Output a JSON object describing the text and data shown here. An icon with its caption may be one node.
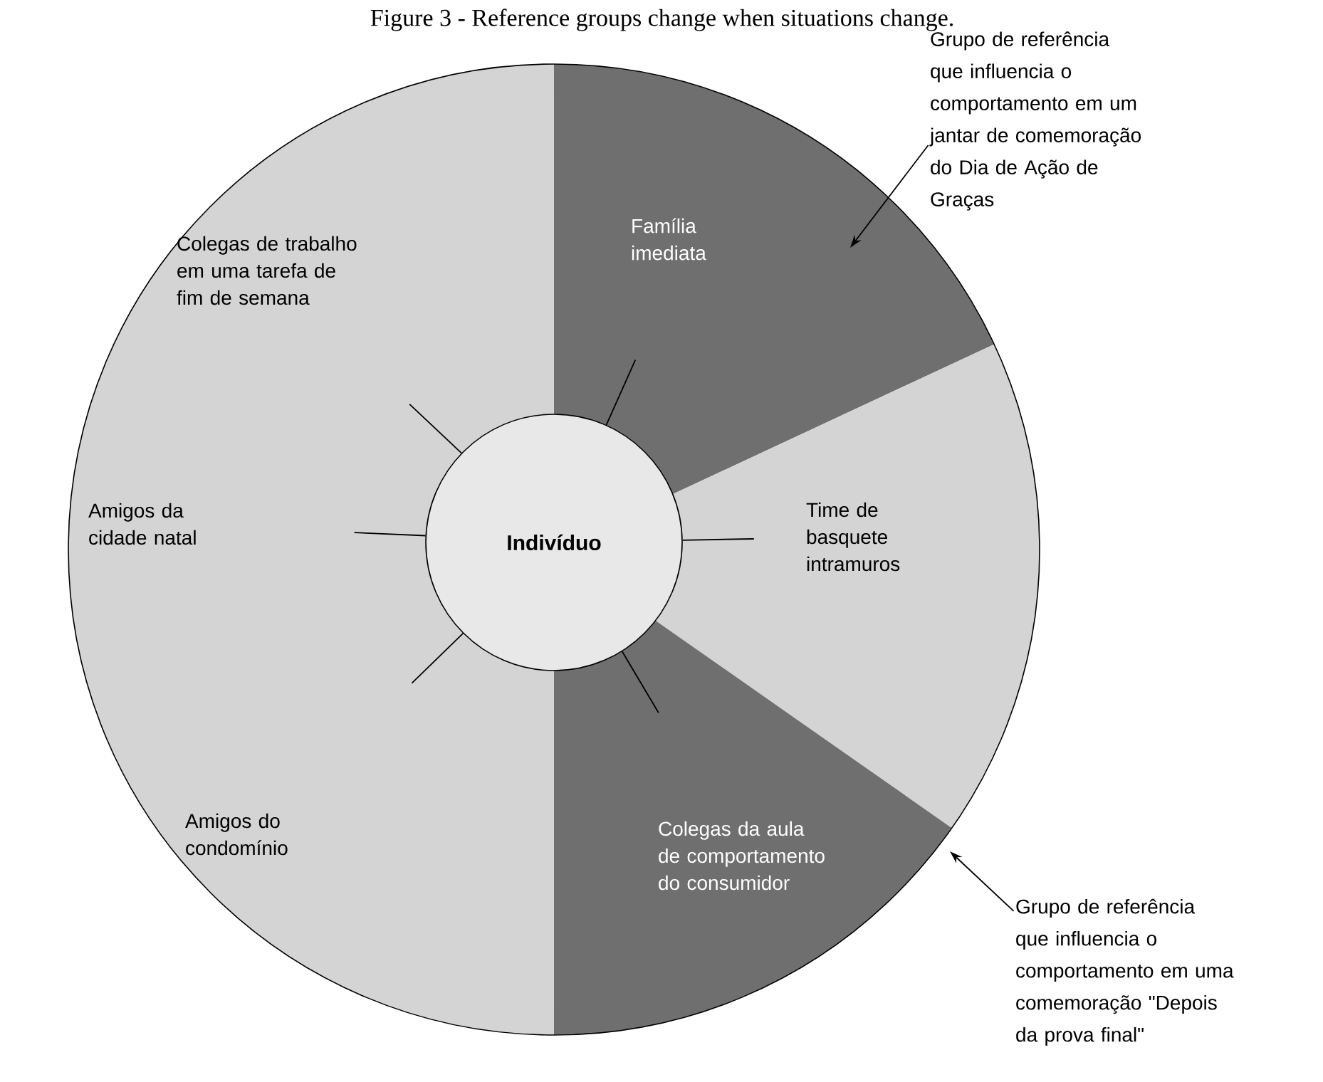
{
  "diagram": {
    "title": "Figure 3 - Reference groups change when situations change.",
    "nodes": [
      {
        "text": [
          "Colegas de trabalho em uma tarefa de fim de semana",
          "Amigos da cidade natal",
          "Amigos do condomínio"
        ]
      },
      {
        "text": [
          "Família imediata"
        ]
      },
      {
        "text": [
          "Time de basquete intramuros"
        ]
      },
      {
        "text": [
          "Colegas da aula de comportamento do consumidor"
        ]
      },
      {
        "text": [
          "Indivíduo"
        ]
      },
      {
        "text": [
          "Grupo de referência que influencia o comportamento em um jantar de comemoração do Dia de Ação de Graças"
        ]
      },
      {
        "text": [
          "Grupo de referência que influencia o comportamento em uma comemoração \"Depois da prova final\""
        ]
      }
    ],
    "edges": [
      {
        "from": 4,
        "to": 0,
        "arrow": "none"
      },
      {
        "from": 4,
        "to": 0,
        "arrow": "none"
      },
      {
        "from": 4,
        "to": 0,
        "arrow": "none"
      },
      {
        "from": 4,
        "to": 1,
        "arrow": "none"
      },
      {
        "from": 4,
        "to": 2,
        "arrow": "none"
      },
      {
        "from": 4,
        "to": 3,
        "arrow": "none"
      },
      {
        "from": 5,
        "to": 1,
        "arrow": "to"
      },
      {
        "from": 6,
        "to": 3,
        "arrow": "to"
      }
    ]
  }
}
